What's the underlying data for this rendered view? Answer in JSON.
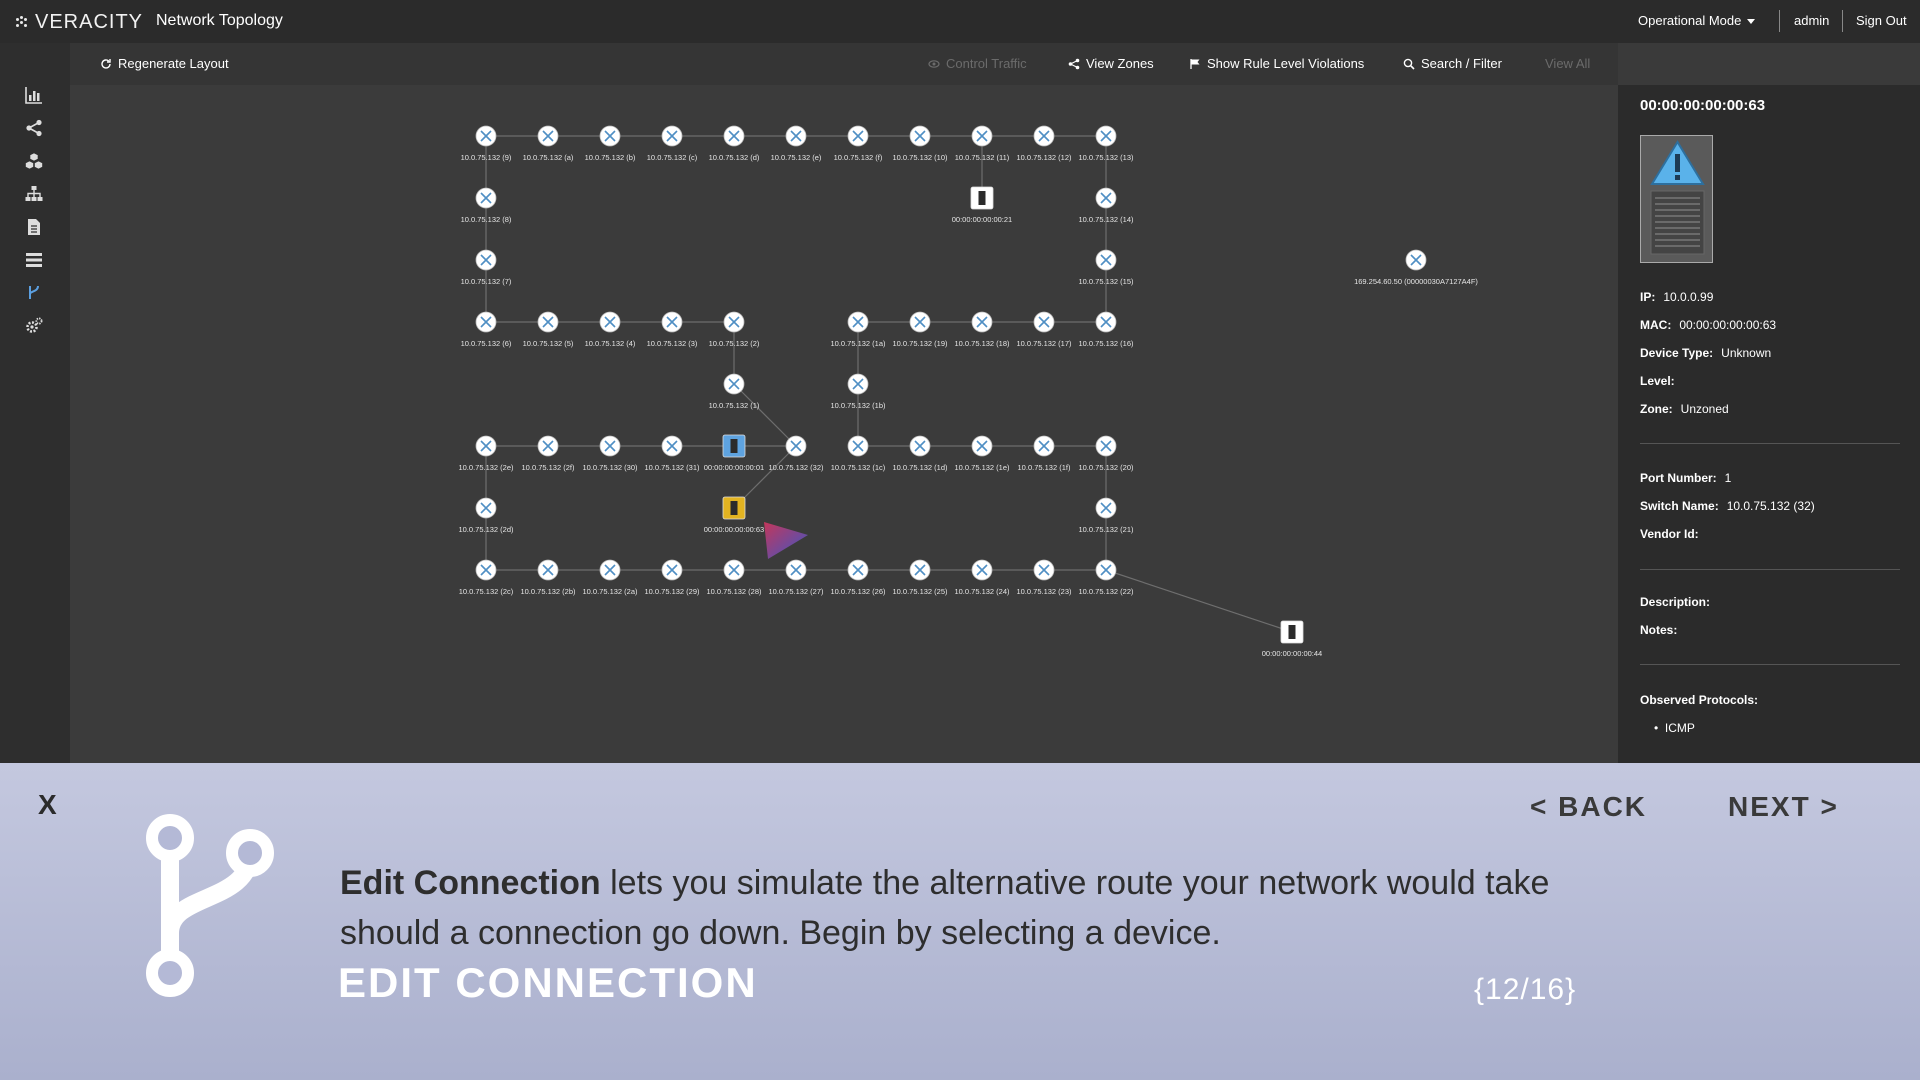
{
  "header": {
    "logo_text": "VERACITY",
    "app_title": "Network Topology",
    "mode_label": "Operational Mode",
    "user": "admin",
    "sign_out": "Sign Out"
  },
  "sidebar": {
    "items": [
      {
        "name": "dashboard",
        "icon": "bar-chart-icon"
      },
      {
        "name": "topology",
        "icon": "share-icon"
      },
      {
        "name": "zones",
        "icon": "cubes-icon"
      },
      {
        "name": "hierarchy",
        "icon": "sitemap-icon"
      },
      {
        "name": "reports",
        "icon": "file-icon"
      },
      {
        "name": "lists",
        "icon": "list-icon"
      },
      {
        "name": "edit-connection",
        "icon": "fork-icon"
      },
      {
        "name": "settings",
        "icon": "gears-icon"
      }
    ]
  },
  "toolbar": {
    "regenerate": "Regenerate Layout",
    "control_traffic": "Control Traffic",
    "view_zones": "View Zones",
    "rule_violations": "Show Rule Level Violations",
    "search": "Search / Filter",
    "view_all": "View All"
  },
  "topology": {
    "switches": [
      {
        "id": "s9",
        "label": "10.0.75.132 (9)",
        "col": 0,
        "row": 0
      },
      {
        "id": "sa",
        "label": "10.0.75.132 (a)",
        "col": 1,
        "row": 0
      },
      {
        "id": "sb",
        "label": "10.0.75.132 (b)",
        "col": 2,
        "row": 0
      },
      {
        "id": "sc",
        "label": "10.0.75.132 (c)",
        "col": 3,
        "row": 0
      },
      {
        "id": "sd",
        "label": "10.0.75.132 (d)",
        "col": 4,
        "row": 0
      },
      {
        "id": "se",
        "label": "10.0.75.132 (e)",
        "col": 5,
        "row": 0
      },
      {
        "id": "sf",
        "label": "10.0.75.132 (f)",
        "col": 6,
        "row": 0
      },
      {
        "id": "s10",
        "label": "10.0.75.132 (10)",
        "col": 7,
        "row": 0
      },
      {
        "id": "s11",
        "label": "10.0.75.132 (11)",
        "col": 8,
        "row": 0
      },
      {
        "id": "s12",
        "label": "10.0.75.132 (12)",
        "col": 9,
        "row": 0
      },
      {
        "id": "s13",
        "label": "10.0.75.132 (13)",
        "col": 10,
        "row": 0
      },
      {
        "id": "s8",
        "label": "10.0.75.132 (8)",
        "col": 0,
        "row": 1
      },
      {
        "id": "s14",
        "label": "10.0.75.132 (14)",
        "col": 10,
        "row": 1
      },
      {
        "id": "s7",
        "label": "10.0.75.132 (7)",
        "col": 0,
        "row": 2
      },
      {
        "id": "s15",
        "label": "10.0.75.132 (15)",
        "col": 10,
        "row": 2
      },
      {
        "id": "s6",
        "label": "10.0.75.132 (6)",
        "col": 0,
        "row": 3
      },
      {
        "id": "s5",
        "label": "10.0.75.132 (5)",
        "col": 1,
        "row": 3
      },
      {
        "id": "s4",
        "label": "10.0.75.132 (4)",
        "col": 2,
        "row": 3
      },
      {
        "id": "s3",
        "label": "10.0.75.132 (3)",
        "col": 3,
        "row": 3
      },
      {
        "id": "s2",
        "label": "10.0.75.132 (2)",
        "col": 4,
        "row": 3
      },
      {
        "id": "s1a",
        "label": "10.0.75.132 (1a)",
        "col": 6,
        "row": 3
      },
      {
        "id": "s19",
        "label": "10.0.75.132 (19)",
        "col": 7,
        "row": 3
      },
      {
        "id": "s18",
        "label": "10.0.75.132 (18)",
        "col": 8,
        "row": 3
      },
      {
        "id": "s17",
        "label": "10.0.75.132 (17)",
        "col": 9,
        "row": 3
      },
      {
        "id": "s16",
        "label": "10.0.75.132 (16)",
        "col": 10,
        "row": 3
      },
      {
        "id": "s1",
        "label": "10.0.75.132 (1)",
        "col": 4,
        "row": 4
      },
      {
        "id": "s1b",
        "label": "10.0.75.132 (1b)",
        "col": 6,
        "row": 4
      },
      {
        "id": "s2e",
        "label": "10.0.75.132 (2e)",
        "col": 0,
        "row": 5
      },
      {
        "id": "s2f",
        "label": "10.0.75.132 (2f)",
        "col": 1,
        "row": 5
      },
      {
        "id": "s30",
        "label": "10.0.75.132 (30)",
        "col": 2,
        "row": 5
      },
      {
        "id": "s31",
        "label": "10.0.75.132 (31)",
        "col": 3,
        "row": 5
      },
      {
        "id": "s32",
        "label": "10.0.75.132 (32)",
        "col": 5,
        "row": 5
      },
      {
        "id": "s1c",
        "label": "10.0.75.132 (1c)",
        "col": 6,
        "row": 5
      },
      {
        "id": "s1d",
        "label": "10.0.75.132 (1d)",
        "col": 7,
        "row": 5
      },
      {
        "id": "s1e",
        "label": "10.0.75.132 (1e)",
        "col": 8,
        "row": 5
      },
      {
        "id": "s1f",
        "label": "10.0.75.132 (1f)",
        "col": 9,
        "row": 5
      },
      {
        "id": "s20",
        "label": "10.0.75.132 (20)",
        "col": 10,
        "row": 5
      },
      {
        "id": "s2d",
        "label": "10.0.75.132 (2d)",
        "col": 0,
        "row": 6
      },
      {
        "id": "s21",
        "label": "10.0.75.132 (21)",
        "col": 10,
        "row": 6
      },
      {
        "id": "s2c",
        "label": "10.0.75.132 (2c)",
        "col": 0,
        "row": 7
      },
      {
        "id": "s2b",
        "label": "10.0.75.132 (2b)",
        "col": 1,
        "row": 7
      },
      {
        "id": "s2a",
        "label": "10.0.75.132 (2a)",
        "col": 2,
        "row": 7
      },
      {
        "id": "s29",
        "label": "10.0.75.132 (29)",
        "col": 3,
        "row": 7
      },
      {
        "id": "s28",
        "label": "10.0.75.132 (28)",
        "col": 4,
        "row": 7
      },
      {
        "id": "s27",
        "label": "10.0.75.132 (27)",
        "col": 5,
        "row": 7
      },
      {
        "id": "s26",
        "label": "10.0.75.132 (26)",
        "col": 6,
        "row": 7
      },
      {
        "id": "s25",
        "label": "10.0.75.132 (25)",
        "col": 7,
        "row": 7
      },
      {
        "id": "s24",
        "label": "10.0.75.132 (24)",
        "col": 8,
        "row": 7
      },
      {
        "id": "s23",
        "label": "10.0.75.132 (23)",
        "col": 9,
        "row": 7
      },
      {
        "id": "s22",
        "label": "10.0.75.132 (22)",
        "col": 10,
        "row": 7
      },
      {
        "id": "sfar",
        "label": "169.254.60.50 (00000030A7127A4F)",
        "col": 15,
        "row": 2
      }
    ],
    "devices": [
      {
        "id": "d21",
        "label": "00:00:00:00:00:21",
        "col": 8,
        "row": 1,
        "style": "white"
      },
      {
        "id": "d01",
        "label": "00:00:00:00:00:01",
        "col": 4,
        "row": 5,
        "style": "blue"
      },
      {
        "id": "d63",
        "label": "00:00:00:00:00:63",
        "col": 4,
        "row": 6,
        "style": "yellow"
      },
      {
        "id": "d44",
        "label": "00:00:00:00:00:44",
        "col": 13,
        "row": 8,
        "style": "white"
      }
    ],
    "links": [
      [
        "s9",
        "sa"
      ],
      [
        "sa",
        "sb"
      ],
      [
        "sb",
        "sc"
      ],
      [
        "sc",
        "sd"
      ],
      [
        "sd",
        "se"
      ],
      [
        "se",
        "sf"
      ],
      [
        "sf",
        "s10"
      ],
      [
        "s10",
        "s11"
      ],
      [
        "s11",
        "s12"
      ],
      [
        "s12",
        "s13"
      ],
      [
        "s9",
        "s8"
      ],
      [
        "s8",
        "s7"
      ],
      [
        "s7",
        "s6"
      ],
      [
        "s13",
        "s14"
      ],
      [
        "s14",
        "s15"
      ],
      [
        "s15",
        "s16"
      ],
      [
        "s11",
        "d21"
      ],
      [
        "s6",
        "s5"
      ],
      [
        "s5",
        "s4"
      ],
      [
        "s4",
        "s3"
      ],
      [
        "s3",
        "s2"
      ],
      [
        "s2",
        "s1"
      ],
      [
        "s1",
        "s32"
      ],
      [
        "s1a",
        "s19"
      ],
      [
        "s19",
        "s18"
      ],
      [
        "s18",
        "s17"
      ],
      [
        "s17",
        "s16"
      ],
      [
        "s1a",
        "s1b"
      ],
      [
        "s1b",
        "s1c"
      ],
      [
        "s2e",
        "s2f"
      ],
      [
        "s2f",
        "s30"
      ],
      [
        "s30",
        "s31"
      ],
      [
        "s31",
        "d01"
      ],
      [
        "d01",
        "s32"
      ],
      [
        "s1c",
        "s1d"
      ],
      [
        "s1d",
        "s1e"
      ],
      [
        "s1e",
        "s1f"
      ],
      [
        "s1f",
        "s20"
      ],
      [
        "s2e",
        "s2d"
      ],
      [
        "s2d",
        "s2c"
      ],
      [
        "s20",
        "s21"
      ],
      [
        "s21",
        "s22"
      ],
      [
        "s32",
        "d63"
      ],
      [
        "s2c",
        "s2b"
      ],
      [
        "s2b",
        "s2a"
      ],
      [
        "s2a",
        "s29"
      ],
      [
        "s29",
        "s28"
      ],
      [
        "s28",
        "s27"
      ],
      [
        "s27",
        "s26"
      ],
      [
        "s26",
        "s25"
      ],
      [
        "s25",
        "s24"
      ],
      [
        "s24",
        "s23"
      ],
      [
        "s23",
        "s22"
      ],
      [
        "s22",
        "d44"
      ]
    ],
    "colors": {
      "link": "#6e6e6e",
      "switch_fill": "#ffffff",
      "switch_mark": "#4f8fc4",
      "device_blue": "#5ea3e0",
      "device_yellow": "#e2b321",
      "pointer_a": "#c4365a",
      "pointer_b": "#3a57c7"
    }
  },
  "details": {
    "title": "00:00:00:00:00:63",
    "ip_label": "IP:",
    "ip": "10.0.0.99",
    "mac_label": "MAC:",
    "mac": "00:00:00:00:00:63",
    "device_type_label": "Device Type:",
    "device_type": "Unknown",
    "level_label": "Level:",
    "level": "",
    "zone_label": "Zone:",
    "zone": "Unzoned",
    "port_label": "Port Number:",
    "port": "1",
    "switch_label": "Switch Name:",
    "switch": "10.0.75.132 (32)",
    "vendor_label": "Vendor Id:",
    "vendor": "",
    "description_label": "Description:",
    "description": "",
    "notes_label": "Notes:",
    "notes": "",
    "protocols_label": "Observed Protocols:",
    "protocols": [
      "ICMP"
    ]
  },
  "tour": {
    "close": "X",
    "back": "< BACK",
    "next": "NEXT >",
    "text_bold": "Edit Connection",
    "text_rest": " lets you simulate the alternative route your network would take should a connection go down. Begin by selecting a device.",
    "heading": "EDIT CONNECTION",
    "step": "{12/16}"
  }
}
